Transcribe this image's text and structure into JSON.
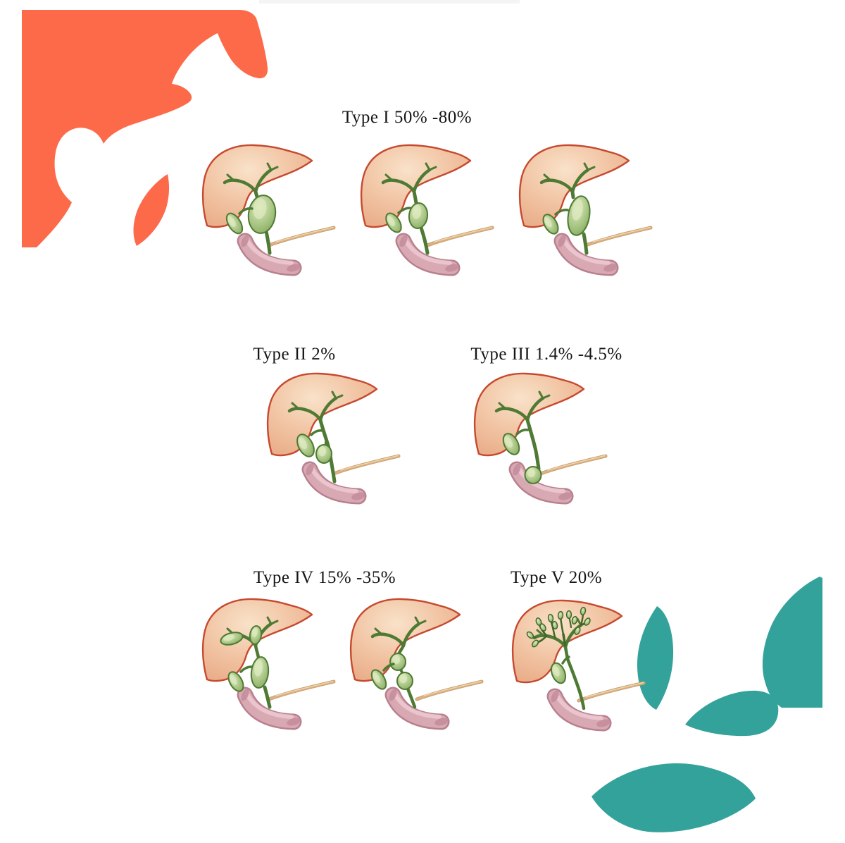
{
  "figure": {
    "sections": [
      {
        "id": "type-1",
        "label": "Type I 50% -80%",
        "variants": [
          "type1a",
          "type1b",
          "type1c"
        ],
        "variant_names": [
          "cystic-dilation",
          "fusiform-dilation",
          "cylindrical-dilation"
        ]
      },
      {
        "id": "type-2",
        "label": "Type II 2%",
        "variants": [
          "type2"
        ],
        "variant_names": [
          "diverticulum"
        ]
      },
      {
        "id": "type-3",
        "label": "Type III 1.4% -4.5%",
        "variants": [
          "type3"
        ],
        "variant_names": [
          "choledochocele"
        ]
      },
      {
        "id": "type-4",
        "label": "Type IV 15% -35%",
        "variants": [
          "type4a",
          "type4b"
        ],
        "variant_names": [
          "intra-and-extrahepatic-cysts",
          "multiple-extrahepatic-cysts"
        ]
      },
      {
        "id": "type-5",
        "label": "Type V 20%",
        "variants": [
          "type5"
        ],
        "variant_names": [
          "intrahepatic-cysts"
        ]
      }
    ],
    "palette": {
      "background": "#ffffff",
      "label_color": "#161616",
      "accent_coral": "#fd6a4a",
      "accent_teal": "#33a29a",
      "top_strip": "#f6f3f6",
      "liver_light": "#f9e2c9",
      "liver_fill": "#f1c3a2",
      "liver_shadow": "#e9ac88",
      "liver_edge": "#c6492f",
      "duct_green": "#4e7a33",
      "duct_green_dark": "#41682a",
      "duct_fill": "#a9c685",
      "duct_fill_light": "#dde9bf",
      "duodenum_fill": "#d9a9b3",
      "duodenum_edge": "#b8808e",
      "duodenum_cap": "#c48d9b",
      "duodenum_highlight": "#eccad1",
      "pancreatic_fill": "#ddb183",
      "pancreatic_edge": "#c79f6e",
      "pancreatic_highlight": "#f1d9b2"
    },
    "decorations": {
      "top_left": "coral-foliage",
      "bottom_right": "teal-foliage"
    }
  }
}
